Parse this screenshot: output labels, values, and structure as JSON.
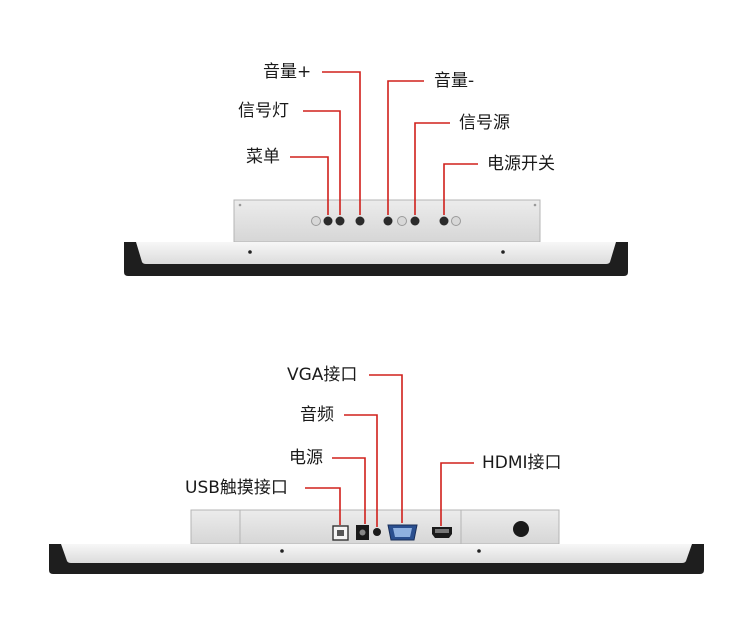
{
  "diagram_top": {
    "labels": {
      "volume_up": "音量+",
      "signal_light": "信号灯",
      "menu": "菜单",
      "volume_down": "音量-",
      "signal_source": "信号源",
      "power_switch": "电源开关"
    }
  },
  "diagram_bottom": {
    "labels": {
      "vga_port": "VGA接口",
      "audio": "音频",
      "power": "电源",
      "usb_touch_port": "USB触摸接口",
      "hdmi_port": "HDMI接口"
    }
  },
  "colors": {
    "leader_line": "#d0201c",
    "panel_gray": "#e2e2e2",
    "bezel_dark": "#1e1e1e"
  }
}
